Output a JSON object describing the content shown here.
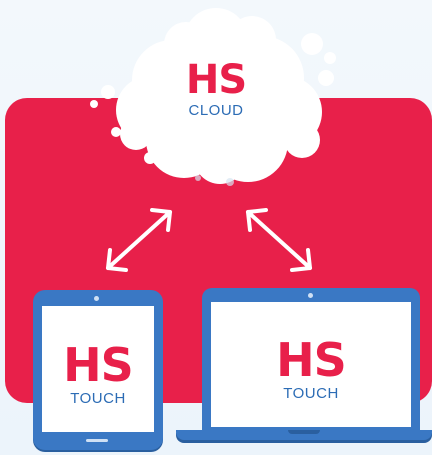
{
  "cloud": {
    "logo": "HS",
    "label": "CLOUD"
  },
  "devices": {
    "tablet": {
      "logo": "HS",
      "label": "TOUCH"
    },
    "laptop": {
      "logo": "HS",
      "label": "TOUCH"
    }
  },
  "colors": {
    "brand_red": "#e8204a",
    "device_blue": "#3a78c4",
    "label_blue": "#2c6cb5",
    "background": "#f3f8fc"
  }
}
